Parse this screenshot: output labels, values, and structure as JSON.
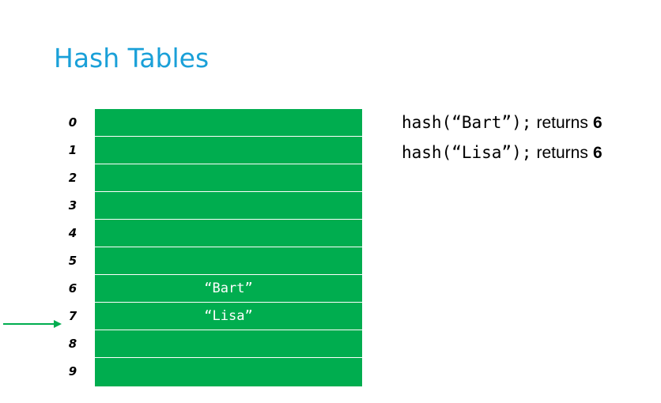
{
  "title": "Hash Tables",
  "table": {
    "rows": [
      {
        "index": "0",
        "value": ""
      },
      {
        "index": "1",
        "value": ""
      },
      {
        "index": "2",
        "value": ""
      },
      {
        "index": "3",
        "value": ""
      },
      {
        "index": "4",
        "value": ""
      },
      {
        "index": "5",
        "value": ""
      },
      {
        "index": "6",
        "value": "“Bart”"
      },
      {
        "index": "7",
        "value": "“Lisa”"
      },
      {
        "index": "8",
        "value": ""
      },
      {
        "index": "9",
        "value": ""
      }
    ],
    "fill_color": "#00ad4f",
    "pointer_row": "7"
  },
  "code_lines": [
    {
      "call": "hash(“Bart”);",
      "text": "returns",
      "result": "6"
    },
    {
      "call": "hash(“Lisa”);",
      "text": "returns",
      "result": "6"
    }
  ],
  "colors": {
    "title": "#1aa0d8",
    "arrow": "#00ad4f"
  }
}
